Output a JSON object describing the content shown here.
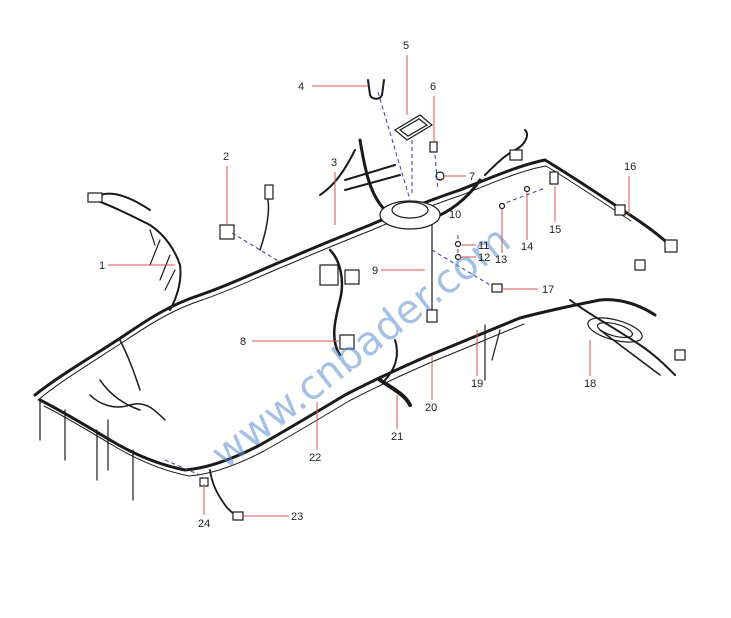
{
  "diagram": {
    "watermark": "www.cnbader.com",
    "callouts": [
      {
        "id": "1",
        "label": "1"
      },
      {
        "id": "2",
        "label": "2"
      },
      {
        "id": "3",
        "label": "3"
      },
      {
        "id": "4",
        "label": "4"
      },
      {
        "id": "5",
        "label": "5"
      },
      {
        "id": "6",
        "label": "6"
      },
      {
        "id": "7",
        "label": "7"
      },
      {
        "id": "8",
        "label": "8"
      },
      {
        "id": "9",
        "label": "9"
      },
      {
        "id": "10",
        "label": "10"
      },
      {
        "id": "11",
        "label": "11"
      },
      {
        "id": "12",
        "label": "12"
      },
      {
        "id": "13",
        "label": "13"
      },
      {
        "id": "14",
        "label": "14"
      },
      {
        "id": "15",
        "label": "15"
      },
      {
        "id": "16",
        "label": "16"
      },
      {
        "id": "17",
        "label": "17"
      },
      {
        "id": "18",
        "label": "18"
      },
      {
        "id": "19",
        "label": "19"
      },
      {
        "id": "20",
        "label": "20"
      },
      {
        "id": "21",
        "label": "21"
      },
      {
        "id": "22",
        "label": "22"
      },
      {
        "id": "23",
        "label": "23"
      },
      {
        "id": "24",
        "label": "24"
      }
    ]
  }
}
